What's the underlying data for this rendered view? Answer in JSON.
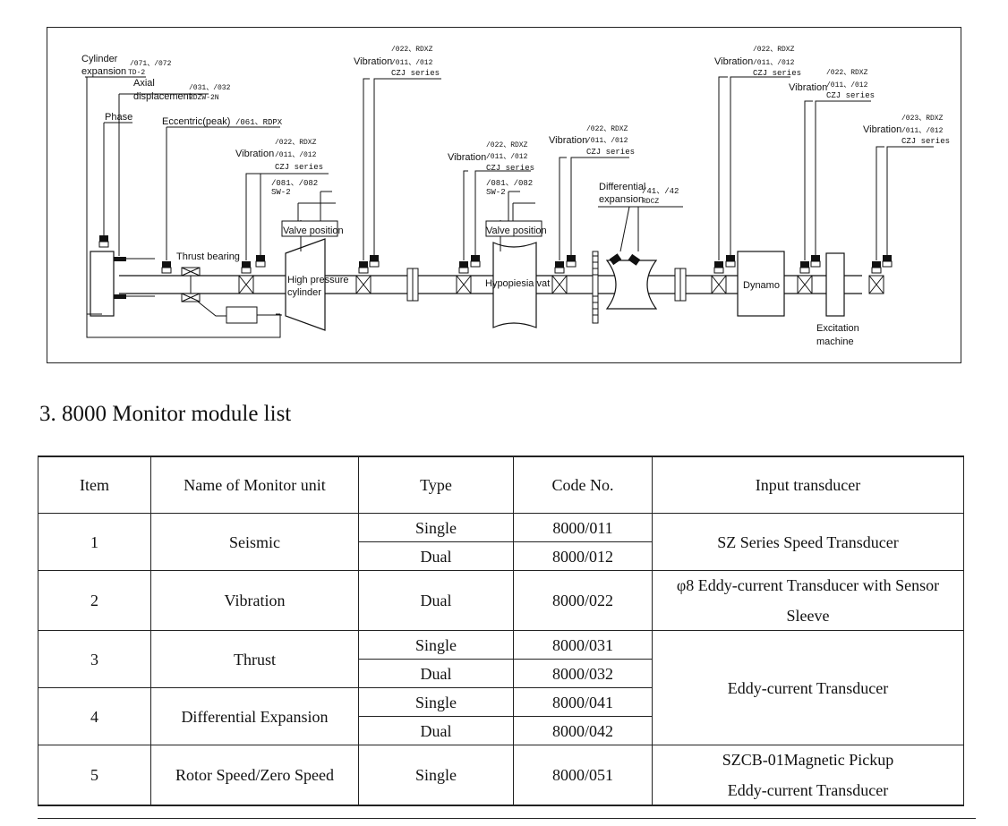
{
  "diagram": {
    "cylinder_expansion": {
      "label_1": "Cylinder",
      "label_2": "expansion",
      "code": "/071、/072",
      "model": "TD-2"
    },
    "axial_displacement": {
      "label_1": "Axial",
      "label_2": "displacement",
      "code": "/031、/032",
      "model": "RDZW-2N"
    },
    "phase": {
      "label": "Phase"
    },
    "eccentric": {
      "label": "Eccentric(peak)",
      "code": "/061、RDPX"
    },
    "thrust_bearing": {
      "label": "Thrust bearing"
    },
    "hp_cylinder": {
      "label_1": "High pressure",
      "label_2": "cylinder"
    },
    "hypopiesia": {
      "label": "Hypopiesia vat"
    },
    "dynamo": {
      "label": "Dynamo"
    },
    "excitation": {
      "label_1": "Excitation",
      "label_2": "machine"
    },
    "differential_expansion": {
      "label_1": "Differential",
      "label_2": "expansion",
      "code": "/41、/42",
      "model": "RDCZ"
    },
    "valve_positions": [
      {
        "label": "Valve position",
        "code": "/081、/082",
        "model": "SW-2"
      },
      {
        "label": "Valve position",
        "code": "/081、/082",
        "model": "SW-2"
      }
    ],
    "vibrations": [
      {
        "label": "Vibration",
        "code_top": "/022、RDXZ",
        "code": "/011、/012",
        "series": "CZJ series"
      },
      {
        "label": "Vibration",
        "code_top": "/022、RDXZ",
        "code": "/011、/012",
        "series": "CZJ series"
      },
      {
        "label": "Vibration",
        "code_top": "/022、RDXZ",
        "code": "/011、/012",
        "series": "CZJ series"
      },
      {
        "label": "Vibration",
        "code_top": "/022、RDXZ",
        "code": "/011、/012",
        "series": "CZJ series"
      },
      {
        "label": "Vibration",
        "code_top": "/022、RDXZ",
        "code": "/011、/012",
        "series": "CZJ series"
      },
      {
        "label": "Vibration",
        "code_top": "/022、RDXZ",
        "code": "/011、/012",
        "series": "CZJ series"
      },
      {
        "label": "Vibration",
        "code_top": "/023、RDXZ",
        "code": "/011、/012",
        "series": "CZJ series"
      }
    ]
  },
  "section": {
    "title": "3. 8000 Monitor module list"
  },
  "table": {
    "headers": [
      "Item",
      "Name of Monitor unit",
      "Type",
      "Code No.",
      "Input transducer"
    ],
    "rows": [
      {
        "item": "1",
        "name": "Seismic",
        "types": [
          "Single",
          "Dual"
        ],
        "codes": [
          "8000/011",
          "8000/012"
        ]
      },
      {
        "item": "2",
        "name": "Vibration",
        "types": [
          "Dual"
        ],
        "codes": [
          "8000/022"
        ]
      },
      {
        "item": "3",
        "name": "Thrust",
        "types": [
          "Single",
          "Dual"
        ],
        "codes": [
          "8000/031",
          "8000/032"
        ]
      },
      {
        "item": "4",
        "name": "Differential Expansion",
        "types": [
          "Single",
          "Dual"
        ],
        "codes": [
          "8000/041",
          "8000/042"
        ]
      },
      {
        "item": "5",
        "name": "Rotor Speed/Zero Speed",
        "types": [
          "Single"
        ],
        "codes": [
          "8000/051"
        ]
      }
    ],
    "transducers": {
      "seismic": "SZ Series Speed Transducer",
      "vibration_1": "φ8 Eddy-current Transducer with Sensor",
      "vibration_2": "Sleeve",
      "eddy": "Eddy-current Transducer",
      "speed_1": "SZCB-01Magnetic Pickup",
      "speed_2": "Eddy-current Transducer"
    }
  }
}
